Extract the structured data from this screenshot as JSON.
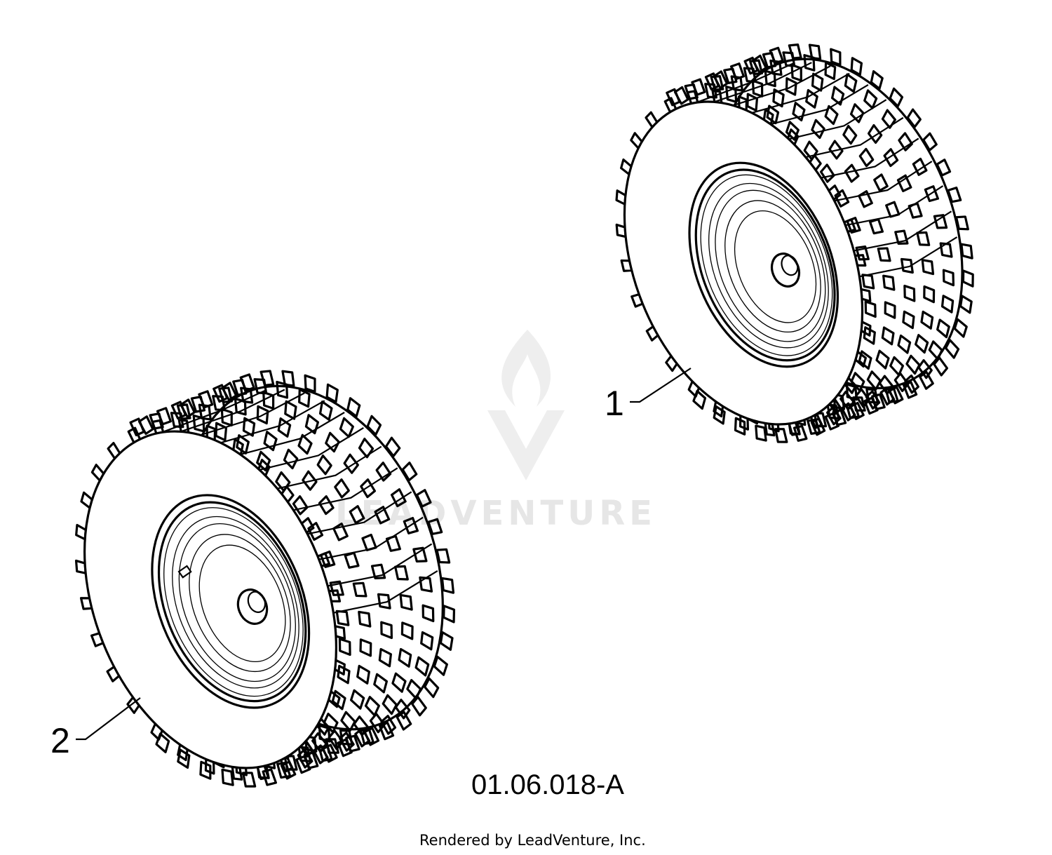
{
  "diagram": {
    "callouts": [
      {
        "id": "callout-1",
        "number": "1"
      },
      {
        "id": "callout-2",
        "number": "2"
      }
    ],
    "figure_code": "01.06.018-A",
    "credit": "Rendered by LeadVenture, Inc.",
    "watermark": {
      "text": "LEADVENTURE",
      "color": "#e6e6e6"
    },
    "parts": [
      {
        "callout": "1",
        "description": "wheel-assembly-with-hub-shaft-icon"
      },
      {
        "callout": "2",
        "description": "wheel-assembly-with-valve-stem-icon"
      }
    ]
  }
}
